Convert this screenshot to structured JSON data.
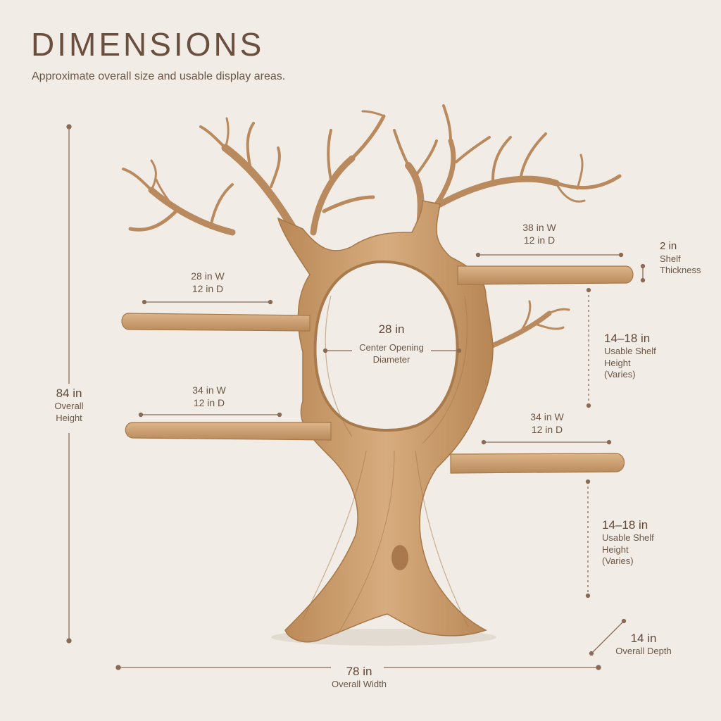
{
  "header": {
    "title": "DIMENSIONS",
    "subtitle": "Approximate overall size and usable display areas."
  },
  "overall": {
    "height": {
      "value": "84 in",
      "caption_1": "Overall",
      "caption_2": "Height"
    },
    "width": {
      "value": "78 in",
      "caption": "Overall Width"
    },
    "depth": {
      "value": "14 in",
      "caption": "Overall Depth"
    }
  },
  "center_opening": {
    "value": "28 in",
    "caption_1": "Center Opening",
    "caption_2": "Diameter"
  },
  "shelves": {
    "left_upper": {
      "width": "28 in W",
      "depth": "12 in D"
    },
    "left_lower": {
      "width": "34 in W",
      "depth": "12 in D"
    },
    "right_upper": {
      "width": "38 in W",
      "depth": "12 in D"
    },
    "right_lower": {
      "width": "34 in W",
      "depth": "12 in D"
    }
  },
  "shelf_thickness": {
    "value": "2 in",
    "caption_1": "Shelf",
    "caption_2": "Thickness"
  },
  "usable_height_upper": {
    "value": "14–18 in",
    "caption_1": "Usable Shelf",
    "caption_2": "Height",
    "caption_3": "(Varies)"
  },
  "usable_height_lower": {
    "value": "14–18 in",
    "caption_1": "Usable Shelf",
    "caption_2": "Height",
    "caption_3": "(Varies)"
  },
  "colors": {
    "background": "#f1ede6",
    "wood": "#c99a6c",
    "text": "#6b5343",
    "line": "#8a6a55"
  }
}
